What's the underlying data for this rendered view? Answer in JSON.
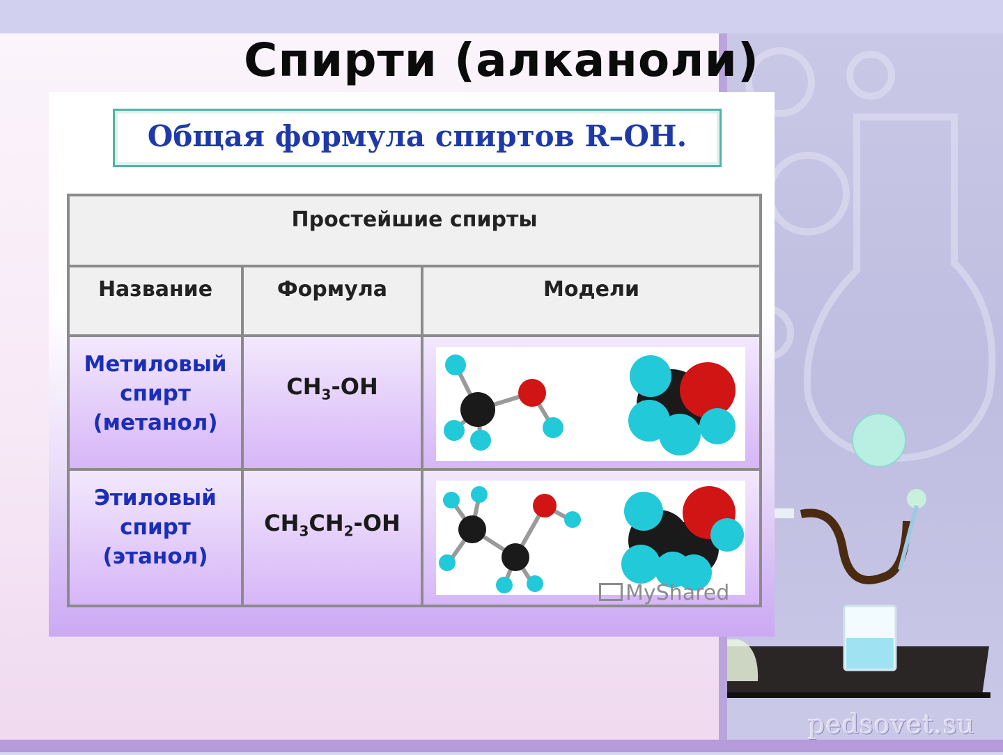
{
  "slide": {
    "title": "Спирти (алканоли)",
    "general_formula": "Общая формула спиртов  R–OH."
  },
  "table": {
    "caption": "Простейшие спирты",
    "headers": {
      "name": "Название",
      "formula": "Формула",
      "models": "Модели"
    },
    "rows": [
      {
        "name_lines": [
          "Метиловый",
          "спирт",
          "(метанол)"
        ],
        "formula_parts": [
          "CH",
          "3",
          "-OH"
        ]
      },
      {
        "name_lines": [
          "Этиловый",
          "спирт",
          "(этанол)"
        ],
        "formula_parts": [
          "CH",
          "3",
          "CH",
          "2",
          "-OH"
        ]
      }
    ]
  },
  "colors": {
    "carbon": "#1a1a1a",
    "hydrogen": "#22c9d9",
    "oxygen": "#d11414",
    "name_text": "#1b2eb8",
    "formula_box_border": "#4fb4a4"
  },
  "watermark": "MyShared",
  "site": "pedsovet.su"
}
